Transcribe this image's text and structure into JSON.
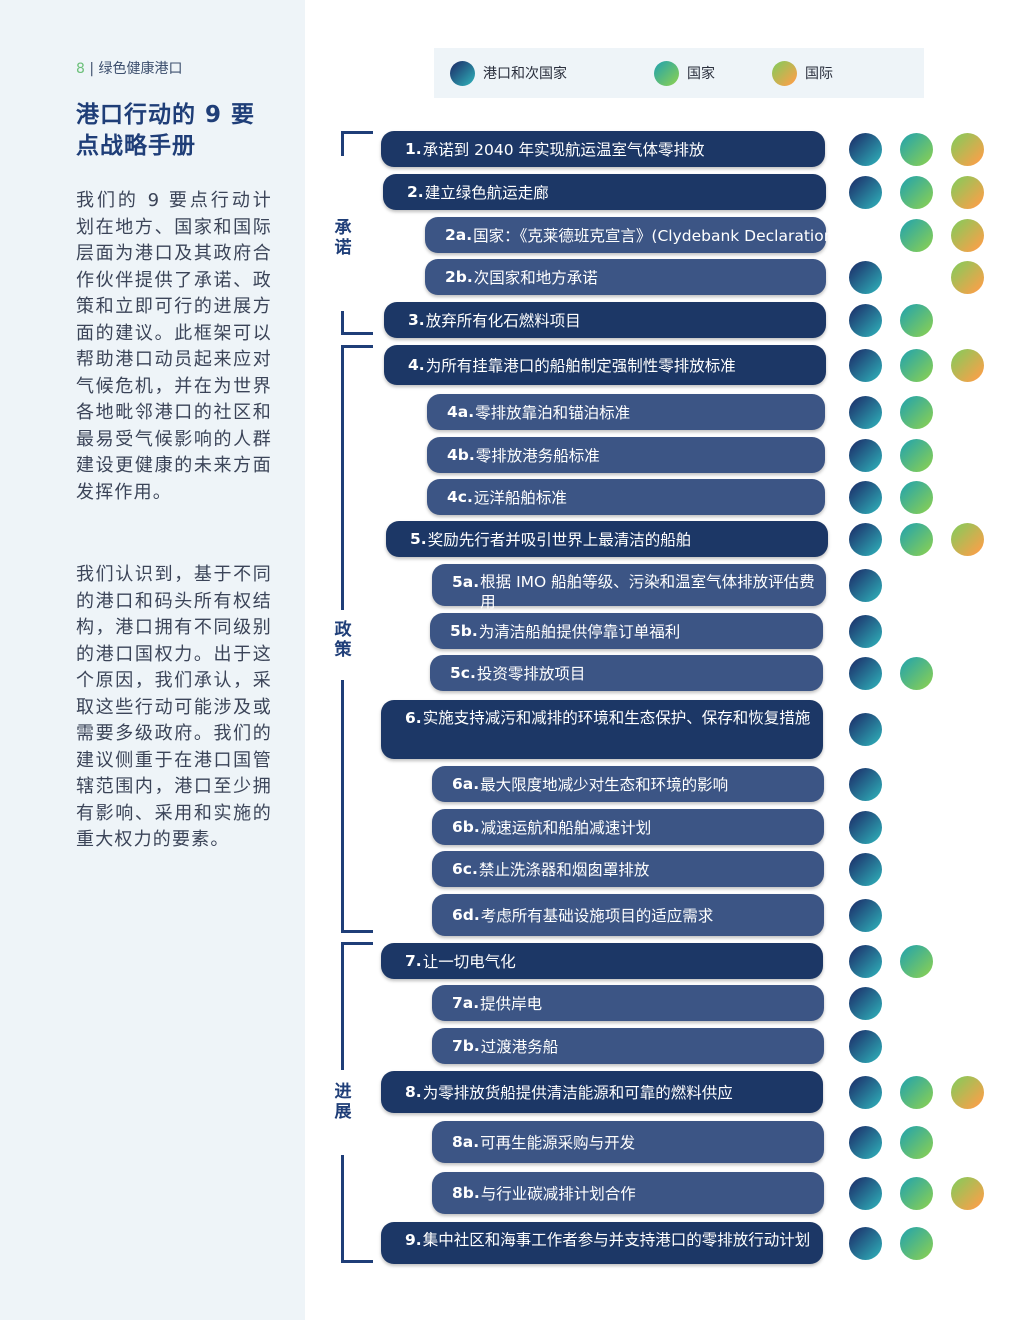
{
  "page": {
    "number": "8",
    "separator": " | ",
    "section": "绿色健康港口"
  },
  "title": "港口行动的 9 要点战略手册",
  "paragraphs": [
    "我们的 9 要点行动计划在地方、国家和国际层面为港口及其政府合作伙伴提供了承诺、政策和立即可行的进展方面的建议。此框架可以帮助港口动员起来应对气候危机，并在为世界各地毗邻港口的社区和最易受气候影响的人群建设更健康的未来方面发挥作用。",
    "我们认识到，基于不同的港口和码头所有权结构，港口拥有不同级别的港口国权力。出于这个原因，我们承认，采取这些行动可能涉及或需要多级政府。我们的建议侧重于在港口国管辖范围内，港口至少拥有影响、采用和实施的重大权力的要素。"
  ],
  "legend": [
    {
      "label": "港口和次国家",
      "icon": "port-subnational-dot",
      "color": "#1e3c72"
    },
    {
      "label": "国家",
      "icon": "national-dot",
      "color": "#7fcb5c"
    },
    {
      "label": "国际",
      "icon": "international-dot",
      "color": "#f4a24a"
    }
  ],
  "sections": {
    "commit": "承诺",
    "policy": "政策",
    "progress": "进展"
  },
  "items": [
    {
      "num": "1.",
      "text": "承诺到 2040 年实现航运温室气体零排放",
      "levels": [
        1,
        1,
        1
      ]
    },
    {
      "num": "2.",
      "text": "建立绿色航运走廊",
      "levels": [
        1,
        1,
        1
      ]
    },
    {
      "num": "2a.",
      "text": "国家：《克莱德班克宣言》(Clydebank Declaration)",
      "levels": [
        0,
        1,
        1
      ]
    },
    {
      "num": "2b.",
      "text": "次国家和地方承诺",
      "levels": [
        1,
        0,
        1
      ]
    },
    {
      "num": "3.",
      "text": "放弃所有化石燃料项目",
      "levels": [
        1,
        1,
        0
      ]
    },
    {
      "num": "4.",
      "text": "为所有挂靠港口的船舶制定强制性零排放标准",
      "levels": [
        1,
        1,
        1
      ]
    },
    {
      "num": "4a.",
      "text": "零排放靠泊和锚泊标准",
      "levels": [
        1,
        1,
        0
      ]
    },
    {
      "num": "4b.",
      "text": "零排放港务船标准",
      "levels": [
        1,
        1,
        0
      ]
    },
    {
      "num": "4c.",
      "text": "远洋船舶标准",
      "levels": [
        1,
        1,
        0
      ]
    },
    {
      "num": "5.",
      "text": "奖励先行者并吸引世界上最清洁的船舶",
      "levels": [
        1,
        1,
        1
      ]
    },
    {
      "num": "5a.",
      "text": "根据 IMO 船舶等级、污染和温室气体排放评估费用",
      "levels": [
        1,
        0,
        0
      ]
    },
    {
      "num": "5b.",
      "text": "为清洁船舶提供停靠订单福利",
      "levels": [
        1,
        0,
        0
      ]
    },
    {
      "num": "5c.",
      "text": "投资零排放项目",
      "levels": [
        1,
        1,
        0
      ]
    },
    {
      "num": "6.",
      "text": "实施支持减污和减排的环境和生态保护、保存和恢复措施",
      "levels": [
        1,
        0,
        0
      ]
    },
    {
      "num": "6a.",
      "text": "最大限度地减少对生态和环境的影响",
      "levels": [
        1,
        0,
        0
      ]
    },
    {
      "num": "6b.",
      "text": "减速运航和船舶减速计划",
      "levels": [
        1,
        0,
        0
      ]
    },
    {
      "num": "6c.",
      "text": "禁止洗涤器和烟囱罩排放",
      "levels": [
        1,
        0,
        0
      ]
    },
    {
      "num": "6d.",
      "text": "考虑所有基础设施项目的适应需求",
      "levels": [
        1,
        0,
        0
      ]
    },
    {
      "num": "7.",
      "text": "让一切电气化",
      "levels": [
        1,
        1,
        0
      ]
    },
    {
      "num": "7a.",
      "text": "提供岸电",
      "levels": [
        1,
        0,
        0
      ]
    },
    {
      "num": "7b.",
      "text": "过渡港务船",
      "levels": [
        1,
        0,
        0
      ]
    },
    {
      "num": "8.",
      "text": "为零排放货船提供清洁能源和可靠的燃料供应",
      "levels": [
        1,
        1,
        1
      ]
    },
    {
      "num": "8a.",
      "text": "可再生能源采购与开发",
      "levels": [
        1,
        1,
        0
      ]
    },
    {
      "num": "8b.",
      "text": "与行业碳减排计划合作",
      "levels": [
        1,
        1,
        1
      ]
    },
    {
      "num": "9.",
      "text": "集中社区和海事工作者参与并支持港口的零排放行动计划",
      "levels": [
        1,
        1,
        0
      ]
    }
  ]
}
